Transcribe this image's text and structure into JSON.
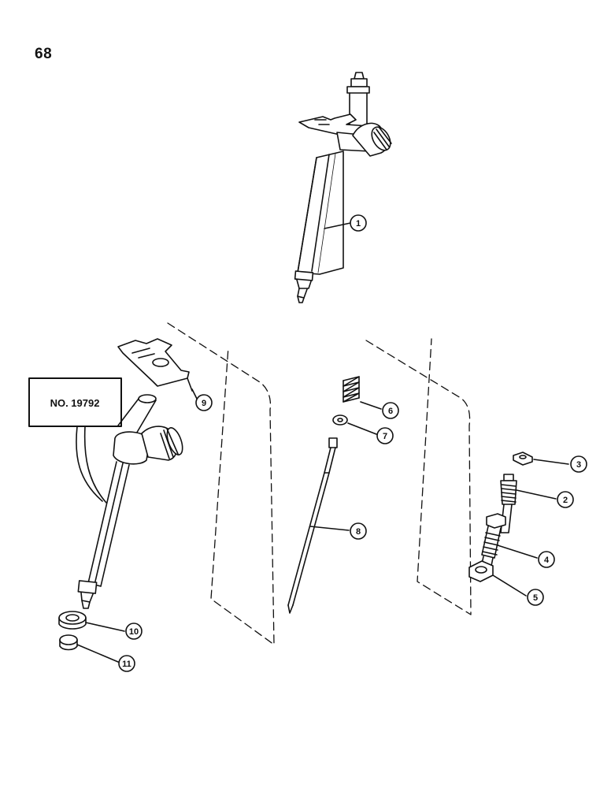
{
  "page": {
    "number": "68"
  },
  "reference_box": {
    "label": "NO. 19792"
  },
  "callouts": [
    "1",
    "2",
    "3",
    "4",
    "5",
    "6",
    "7",
    "8",
    "9",
    "10",
    "11"
  ],
  "colors": {
    "ink": "#111111",
    "background": "#ffffff"
  }
}
